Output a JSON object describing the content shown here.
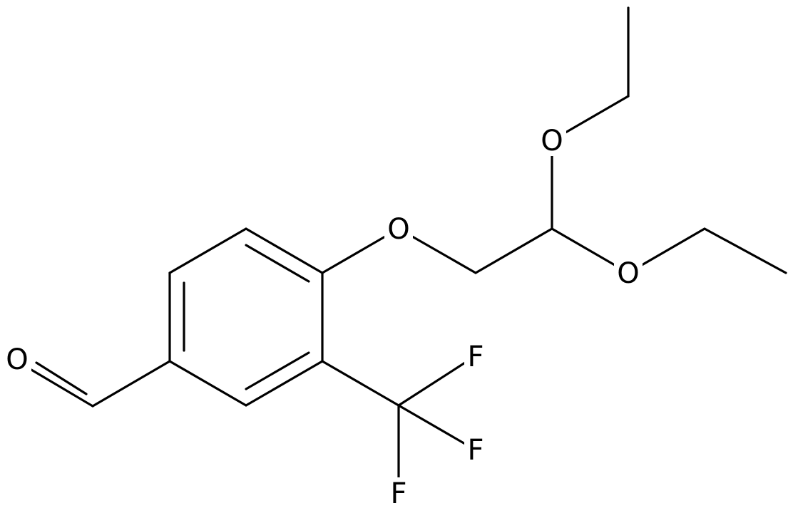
{
  "molecule": {
    "atoms": [
      {
        "id": "O_ald",
        "label": "O"
      },
      {
        "id": "O_eth",
        "label": "O"
      },
      {
        "id": "O_top",
        "label": "O"
      },
      {
        "id": "O_mid",
        "label": "O"
      },
      {
        "id": "F1",
        "label": "F"
      },
      {
        "id": "F2",
        "label": "F"
      },
      {
        "id": "F3",
        "label": "F"
      }
    ]
  },
  "colors": {
    "bond": "#000000",
    "background": "#ffffff"
  }
}
